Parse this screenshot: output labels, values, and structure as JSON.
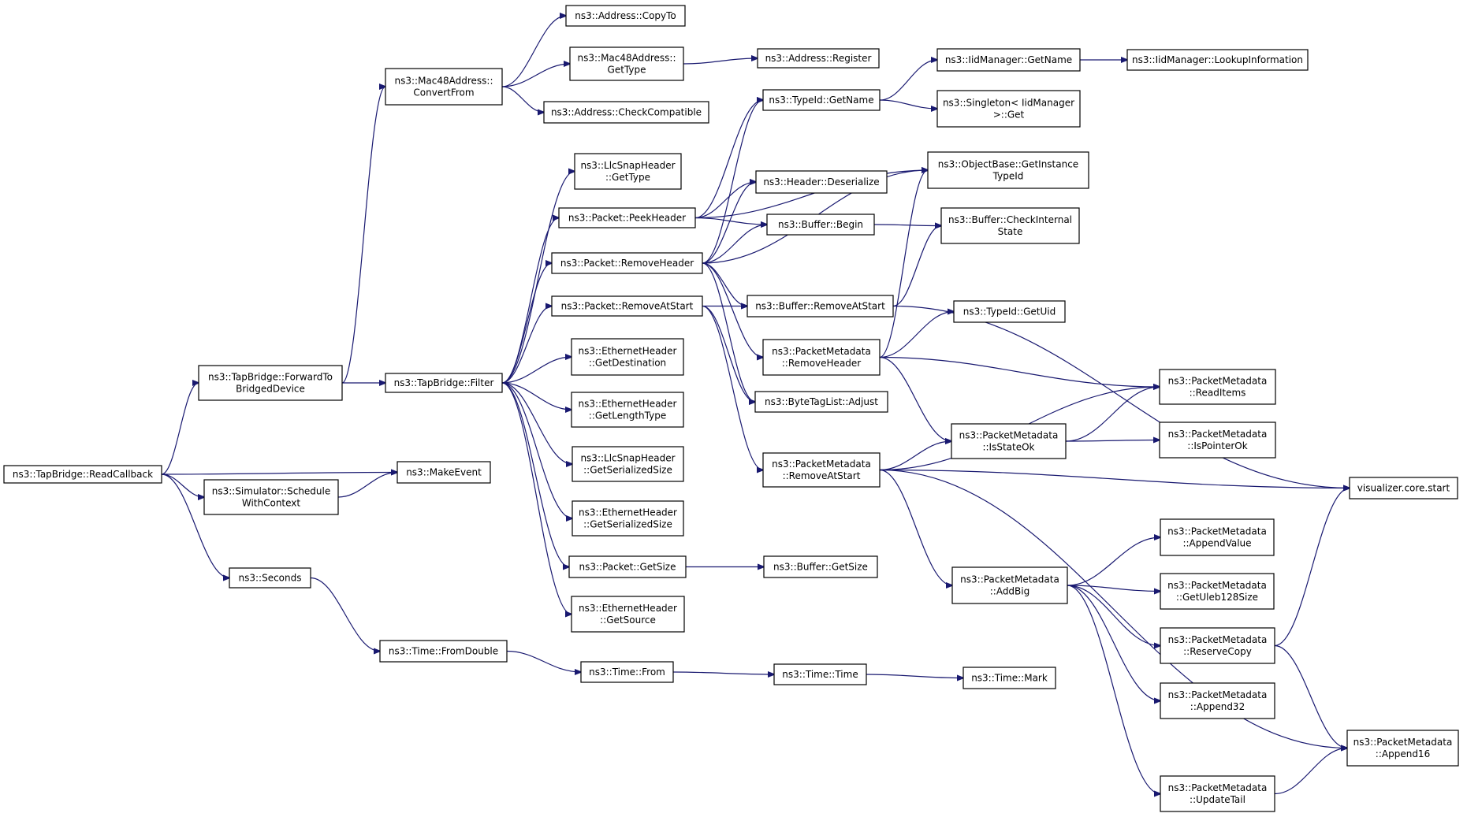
{
  "colors": {
    "edge": "#191970",
    "node_border": "#000000",
    "node_border_truncated": "#ff0000",
    "root_fill": "#bfbfbf",
    "node_fill": "#ffffff"
  },
  "nodes": [
    {
      "id": "n0",
      "lines": [
        "ns3::TapBridge::ReadCallback"
      ],
      "style": "root"
    },
    {
      "id": "n1",
      "lines": [
        "ns3::TapBridge::ForwardTo",
        "BridgedDevice"
      ]
    },
    {
      "id": "n2",
      "lines": [
        "ns3::MakeEvent"
      ]
    },
    {
      "id": "n3",
      "lines": [
        "ns3::Simulator::Schedule",
        "WithContext"
      ]
    },
    {
      "id": "n4",
      "lines": [
        "ns3::Seconds"
      ]
    },
    {
      "id": "n5",
      "lines": [
        "ns3::Mac48Address::",
        "ConvertFrom"
      ]
    },
    {
      "id": "n6",
      "lines": [
        "ns3::TapBridge::Filter"
      ]
    },
    {
      "id": "n7",
      "lines": [
        "ns3::Time::FromDouble"
      ]
    },
    {
      "id": "n8",
      "lines": [
        "ns3::Address::CopyTo"
      ]
    },
    {
      "id": "n9",
      "lines": [
        "ns3::Mac48Address::",
        "GetType"
      ]
    },
    {
      "id": "n10",
      "lines": [
        "ns3::Address::CheckCompatible"
      ]
    },
    {
      "id": "n11",
      "lines": [
        "ns3::LlcSnapHeader",
        "::GetType"
      ]
    },
    {
      "id": "n12",
      "lines": [
        "ns3::Packet::PeekHeader"
      ]
    },
    {
      "id": "n13",
      "lines": [
        "ns3::Packet::RemoveHeader"
      ]
    },
    {
      "id": "n14",
      "lines": [
        "ns3::Packet::RemoveAtStart"
      ]
    },
    {
      "id": "n15",
      "lines": [
        "ns3::EthernetHeader",
        "::GetDestination"
      ]
    },
    {
      "id": "n16",
      "lines": [
        "ns3::EthernetHeader",
        "::GetLengthType"
      ]
    },
    {
      "id": "n17",
      "lines": [
        "ns3::LlcSnapHeader",
        "::GetSerializedSize"
      ]
    },
    {
      "id": "n18",
      "lines": [
        "ns3::EthernetHeader",
        "::GetSerializedSize"
      ]
    },
    {
      "id": "n19",
      "lines": [
        "ns3::Packet::GetSize"
      ]
    },
    {
      "id": "n20",
      "lines": [
        "ns3::EthernetHeader",
        "::GetSource"
      ]
    },
    {
      "id": "n21",
      "lines": [
        "ns3::Time::From"
      ]
    },
    {
      "id": "n22",
      "lines": [
        "ns3::Address::Register"
      ]
    },
    {
      "id": "n23",
      "lines": [
        "ns3::TypeId::GetName"
      ]
    },
    {
      "id": "n24",
      "lines": [
        "ns3::Header::Deserialize"
      ]
    },
    {
      "id": "n25",
      "lines": [
        "ns3::Buffer::Begin"
      ]
    },
    {
      "id": "n26",
      "lines": [
        "ns3::Buffer::RemoveAtStart"
      ]
    },
    {
      "id": "n27",
      "lines": [
        "ns3::PacketMetadata",
        "::RemoveHeader"
      ]
    },
    {
      "id": "n28",
      "lines": [
        "ns3::ByteTagList::Adjust"
      ]
    },
    {
      "id": "n29",
      "lines": [
        "ns3::PacketMetadata",
        "::RemoveAtStart"
      ]
    },
    {
      "id": "n30",
      "lines": [
        "ns3::Buffer::GetSize"
      ]
    },
    {
      "id": "n31",
      "lines": [
        "ns3::Time::Time"
      ]
    },
    {
      "id": "n32",
      "lines": [
        "ns3::IidManager::GetName"
      ]
    },
    {
      "id": "n33",
      "lines": [
        "ns3::Singleton< IidManager",
        " >::Get"
      ]
    },
    {
      "id": "n34",
      "lines": [
        "ns3::ObjectBase::GetInstance",
        "TypeId"
      ]
    },
    {
      "id": "n35",
      "lines": [
        "ns3::Buffer::CheckInternal",
        "State"
      ]
    },
    {
      "id": "n36",
      "lines": [
        "ns3::TypeId::GetUid"
      ]
    },
    {
      "id": "n37",
      "lines": [
        "ns3::PacketMetadata",
        "::IsStateOk"
      ],
      "style": "truncated"
    },
    {
      "id": "n38",
      "lines": [
        "ns3::PacketMetadata",
        "::AddBig"
      ]
    },
    {
      "id": "n39",
      "lines": [
        "ns3::Time::Mark"
      ],
      "style": "truncated"
    },
    {
      "id": "n40",
      "lines": [
        "ns3::IidManager::LookupInformation"
      ]
    },
    {
      "id": "n41",
      "lines": [
        "ns3::PacketMetadata",
        "::ReadItems"
      ],
      "style": "truncated"
    },
    {
      "id": "n42",
      "lines": [
        "ns3::PacketMetadata",
        "::IsPointerOk"
      ]
    },
    {
      "id": "n43",
      "lines": [
        "visualizer.core.start"
      ],
      "style": "truncated"
    },
    {
      "id": "n44",
      "lines": [
        "ns3::PacketMetadata",
        "::AppendValue"
      ],
      "style": "truncated"
    },
    {
      "id": "n45",
      "lines": [
        "ns3::PacketMetadata",
        "::GetUleb128Size"
      ]
    },
    {
      "id": "n46",
      "lines": [
        "ns3::PacketMetadata",
        "::ReserveCopy"
      ],
      "style": "truncated"
    },
    {
      "id": "n47",
      "lines": [
        "ns3::PacketMetadata",
        "::Append32"
      ]
    },
    {
      "id": "n48",
      "lines": [
        "ns3::PacketMetadata",
        "::UpdateTail"
      ]
    },
    {
      "id": "n49",
      "lines": [
        "ns3::PacketMetadata",
        "::Append16"
      ]
    }
  ],
  "edges": [
    [
      "n0",
      "n1"
    ],
    [
      "n0",
      "n2"
    ],
    [
      "n0",
      "n3"
    ],
    [
      "n0",
      "n4"
    ],
    [
      "n1",
      "n5"
    ],
    [
      "n1",
      "n6"
    ],
    [
      "n3",
      "n2"
    ],
    [
      "n4",
      "n7"
    ],
    [
      "n5",
      "n8"
    ],
    [
      "n5",
      "n9"
    ],
    [
      "n5",
      "n10"
    ],
    [
      "n9",
      "n22"
    ],
    [
      "n6",
      "n11"
    ],
    [
      "n6",
      "n12"
    ],
    [
      "n6",
      "n13"
    ],
    [
      "n6",
      "n14"
    ],
    [
      "n6",
      "n15"
    ],
    [
      "n6",
      "n16"
    ],
    [
      "n6",
      "n17"
    ],
    [
      "n6",
      "n18"
    ],
    [
      "n6",
      "n19"
    ],
    [
      "n6",
      "n20"
    ],
    [
      "n7",
      "n21"
    ],
    [
      "n21",
      "n31"
    ],
    [
      "n31",
      "n39"
    ],
    [
      "n12",
      "n23"
    ],
    [
      "n12",
      "n24"
    ],
    [
      "n12",
      "n25"
    ],
    [
      "n12",
      "n34"
    ],
    [
      "n13",
      "n23"
    ],
    [
      "n13",
      "n24"
    ],
    [
      "n13",
      "n25"
    ],
    [
      "n13",
      "n34"
    ],
    [
      "n13",
      "n26"
    ],
    [
      "n13",
      "n27"
    ],
    [
      "n13",
      "n28"
    ],
    [
      "n14",
      "n26"
    ],
    [
      "n14",
      "n28"
    ],
    [
      "n14",
      "n29"
    ],
    [
      "n19",
      "n30"
    ],
    [
      "n23",
      "n32"
    ],
    [
      "n23",
      "n33"
    ],
    [
      "n32",
      "n40"
    ],
    [
      "n25",
      "n35"
    ],
    [
      "n26",
      "n35"
    ],
    [
      "n26",
      "n43"
    ],
    [
      "n27",
      "n34"
    ],
    [
      "n27",
      "n36"
    ],
    [
      "n27",
      "n37"
    ],
    [
      "n27",
      "n41"
    ],
    [
      "n29",
      "n37"
    ],
    [
      "n29",
      "n41"
    ],
    [
      "n29",
      "n43"
    ],
    [
      "n29",
      "n38"
    ],
    [
      "n29",
      "n49"
    ],
    [
      "n37",
      "n41"
    ],
    [
      "n37",
      "n42"
    ],
    [
      "n38",
      "n44"
    ],
    [
      "n38",
      "n45"
    ],
    [
      "n38",
      "n46"
    ],
    [
      "n38",
      "n47"
    ],
    [
      "n38",
      "n48"
    ],
    [
      "n46",
      "n43"
    ],
    [
      "n46",
      "n49"
    ],
    [
      "n48",
      "n49"
    ]
  ]
}
